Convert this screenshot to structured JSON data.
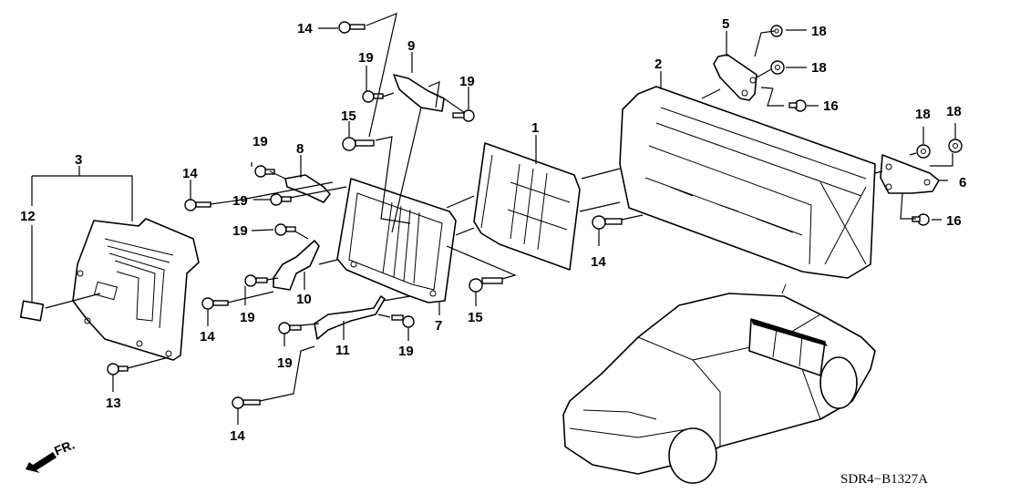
{
  "diagram": {
    "title_code": "SDR4−B1327A",
    "direction_indicator": "FR.",
    "callouts": [
      {
        "id": "c1",
        "number": "1"
      },
      {
        "id": "c2",
        "number": "2"
      },
      {
        "id": "c3",
        "number": "3"
      },
      {
        "id": "c5",
        "number": "5"
      },
      {
        "id": "c6",
        "number": "6"
      },
      {
        "id": "c7",
        "number": "7"
      },
      {
        "id": "c8",
        "number": "8"
      },
      {
        "id": "c9",
        "number": "9"
      },
      {
        "id": "c10",
        "number": "10"
      },
      {
        "id": "c11",
        "number": "11"
      },
      {
        "id": "c12",
        "number": "12"
      },
      {
        "id": "c13",
        "number": "13"
      },
      {
        "id": "c14a",
        "number": "14"
      },
      {
        "id": "c14b",
        "number": "14"
      },
      {
        "id": "c14c",
        "number": "14"
      },
      {
        "id": "c14d",
        "number": "14"
      },
      {
        "id": "c14e",
        "number": "14"
      },
      {
        "id": "c15a",
        "number": "15"
      },
      {
        "id": "c15b",
        "number": "15"
      },
      {
        "id": "c16a",
        "number": "16"
      },
      {
        "id": "c16b",
        "number": "16"
      },
      {
        "id": "c18a",
        "number": "18"
      },
      {
        "id": "c18b",
        "number": "18"
      },
      {
        "id": "c18c",
        "number": "18"
      },
      {
        "id": "c18d",
        "number": "18"
      },
      {
        "id": "c19a",
        "number": "19"
      },
      {
        "id": "c19b",
        "number": "19"
      },
      {
        "id": "c19c",
        "number": "19"
      },
      {
        "id": "c19d",
        "number": "19"
      },
      {
        "id": "c19e",
        "number": "19"
      },
      {
        "id": "c19f",
        "number": "19"
      },
      {
        "id": "c19g",
        "number": "19"
      },
      {
        "id": "c19h",
        "number": "19"
      }
    ]
  }
}
